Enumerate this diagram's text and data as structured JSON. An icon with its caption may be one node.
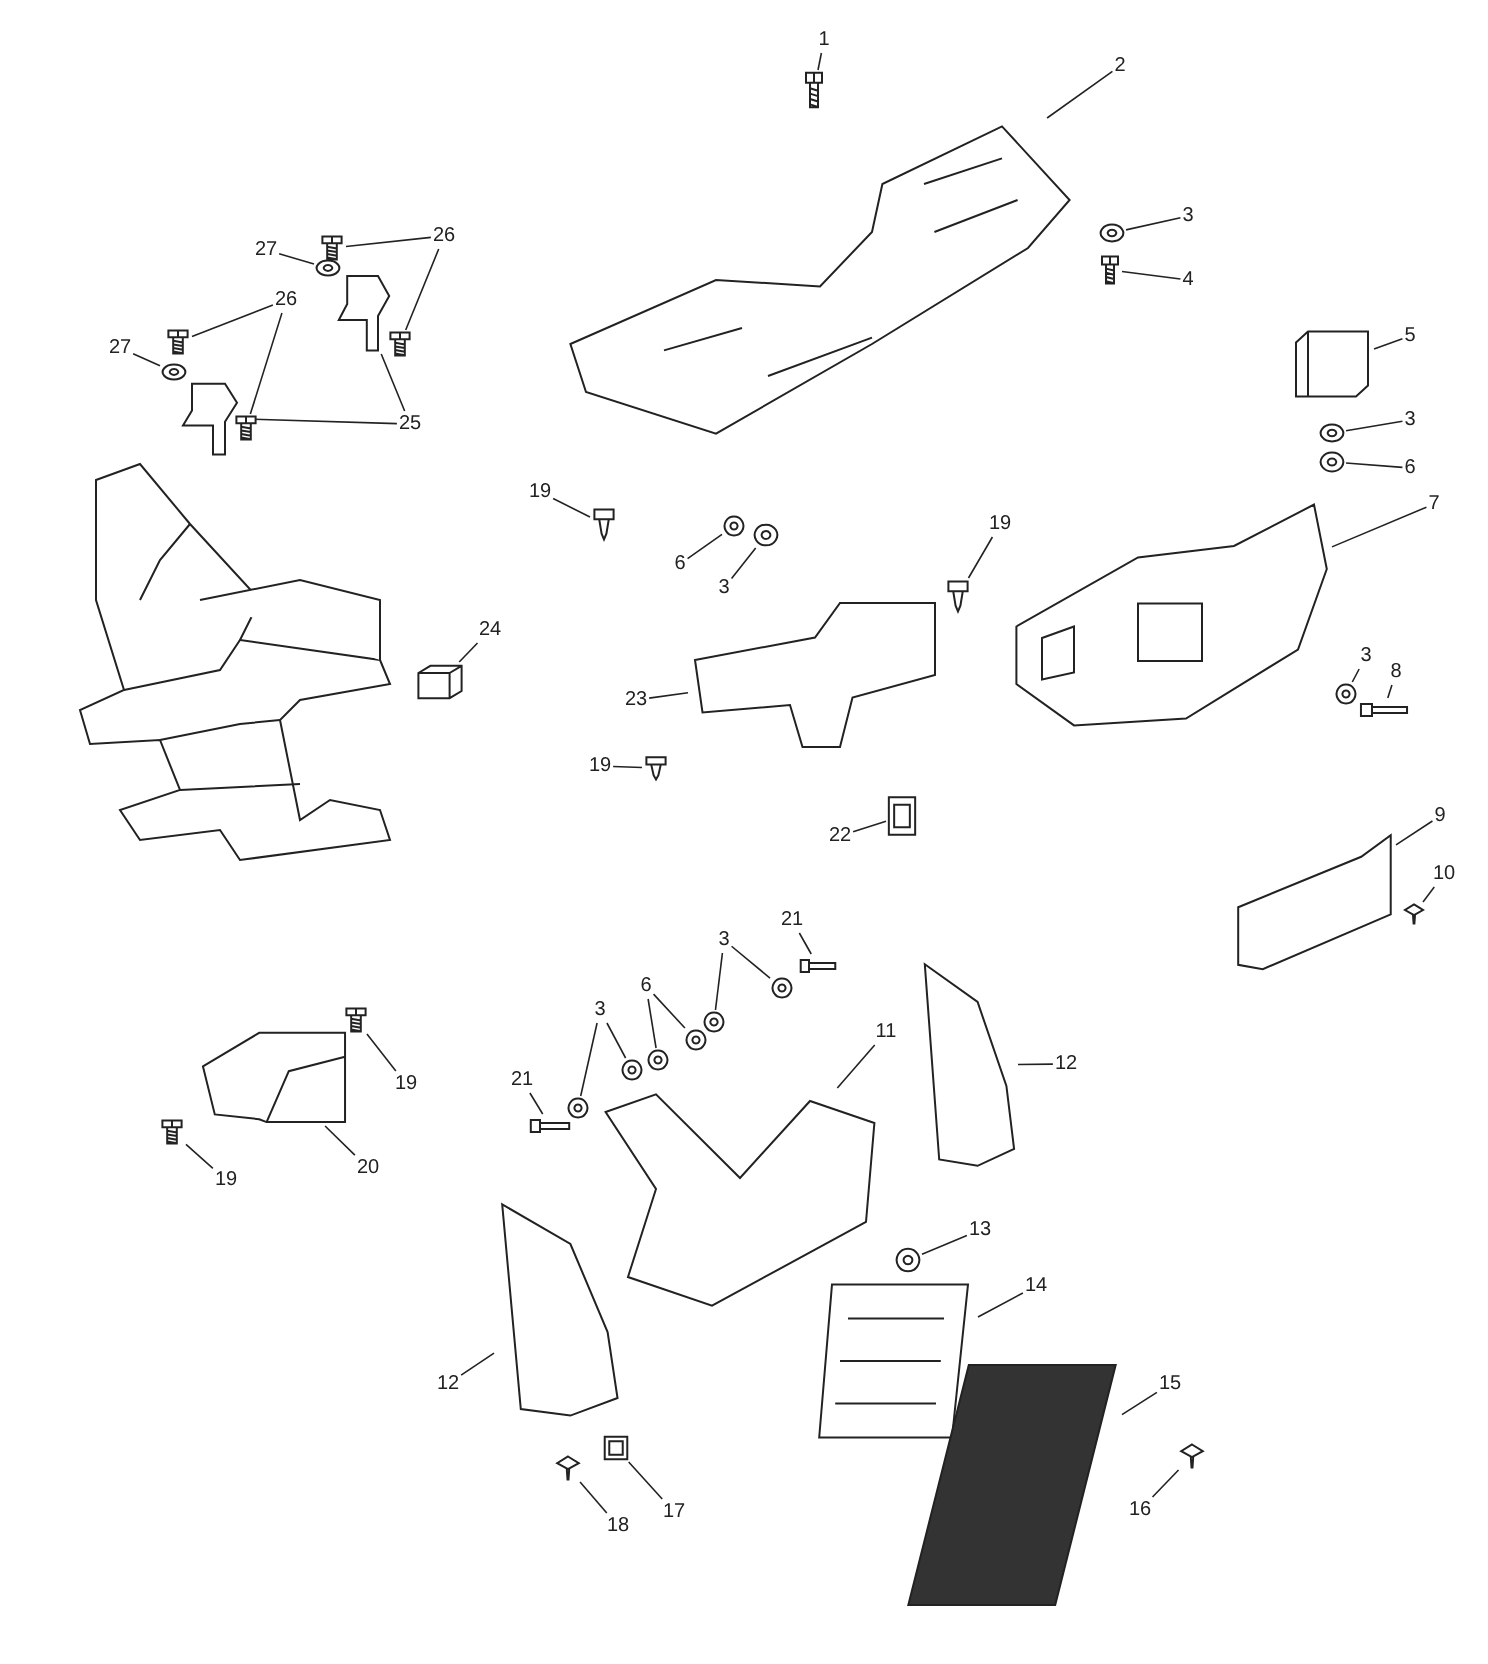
{
  "diagram": {
    "nodes": [
      {
        "text": [
          "1"
        ]
      },
      {
        "text": [
          "2"
        ]
      },
      {
        "text": [
          "3"
        ]
      },
      {
        "text": [
          "4"
        ]
      },
      {
        "text": [
          "5"
        ]
      },
      {
        "text": [
          "3"
        ]
      },
      {
        "text": [
          "6"
        ]
      },
      {
        "text": [
          "7"
        ]
      },
      {
        "text": [
          "3"
        ]
      },
      {
        "text": [
          "8"
        ]
      },
      {
        "text": [
          "9"
        ]
      },
      {
        "text": [
          "10"
        ]
      },
      {
        "text": [
          "27"
        ]
      },
      {
        "text": [
          "26"
        ]
      },
      {
        "text": [
          "26"
        ]
      },
      {
        "text": [
          "27"
        ]
      },
      {
        "text": [
          "25"
        ]
      },
      {
        "text": [
          "19"
        ]
      },
      {
        "text": [
          "6"
        ]
      },
      {
        "text": [
          "3"
        ]
      },
      {
        "text": [
          "19"
        ]
      },
      {
        "text": [
          "24"
        ]
      },
      {
        "text": [
          "23"
        ]
      },
      {
        "text": [
          "19"
        ]
      },
      {
        "text": [
          "22"
        ]
      },
      {
        "text": [
          "20"
        ]
      },
      {
        "text": [
          "19"
        ]
      },
      {
        "text": [
          "19"
        ]
      },
      {
        "text": [
          "3"
        ]
      },
      {
        "text": [
          "6"
        ]
      },
      {
        "text": [
          "3"
        ]
      },
      {
        "text": [
          "21"
        ]
      },
      {
        "text": [
          "21"
        ]
      },
      {
        "text": [
          "11"
        ]
      },
      {
        "text": [
          "12"
        ]
      },
      {
        "text": [
          "12"
        ]
      },
      {
        "text": [
          "13"
        ]
      },
      {
        "text": [
          "14"
        ]
      },
      {
        "text": [
          "15"
        ]
      },
      {
        "text": [
          "16"
        ]
      },
      {
        "text": [
          "18"
        ]
      },
      {
        "text": [
          "17"
        ]
      },
      {
        "text": [],
        "shape": "picture"
      },
      {
        "text": [],
        "shape": "picture"
      },
      {
        "text": [],
        "shape": "circle"
      },
      {
        "text": [],
        "shape": "picture"
      },
      {
        "text": [],
        "shape": "picture"
      },
      {
        "text": [],
        "shape": "circle"
      },
      {
        "text": [],
        "shape": "circle"
      },
      {
        "text": [],
        "shape": "picture"
      },
      {
        "text": [],
        "shape": "circle"
      },
      {
        "text": [],
        "shape": "picture"
      },
      {
        "text": [],
        "shape": "picture"
      },
      {
        "text": [],
        "shape": "picture"
      },
      {
        "text": [],
        "shape": "circle"
      },
      {
        "text": [],
        "shape": "picture"
      },
      {
        "text": [],
        "shape": "picture"
      },
      {
        "text": [],
        "shape": "picture"
      },
      {
        "text": [],
        "shape": "picture"
      },
      {
        "text": [],
        "shape": "circle"
      },
      {
        "text": [],
        "shape": "picture"
      },
      {
        "text": [],
        "shape": "picture"
      },
      {
        "text": [],
        "shape": "picture"
      },
      {
        "text": [],
        "shape": "circle"
      },
      {
        "text": [],
        "shape": "circle"
      },
      {
        "text": [],
        "shape": "picture"
      },
      {
        "text": [],
        "shape": "picture"
      },
      {
        "text": [],
        "shape": "picture"
      },
      {
        "text": [],
        "shape": "picture"
      },
      {
        "text": [],
        "shape": "box"
      },
      {
        "text": [],
        "shape": "picture"
      },
      {
        "text": [],
        "shape": "picture"
      },
      {
        "text": [],
        "shape": "picture"
      },
      {
        "text": [],
        "shape": "circle"
      },
      {
        "text": [],
        "shape": "circle"
      },
      {
        "text": [],
        "shape": "circle"
      },
      {
        "text": [],
        "shape": "circle"
      },
      {
        "text": [],
        "shape": "circle"
      },
      {
        "text": [],
        "shape": "circle"
      },
      {
        "text": [],
        "shape": "picture"
      },
      {
        "text": [],
        "shape": "picture"
      },
      {
        "text": [],
        "shape": "picture"
      },
      {
        "text": [],
        "shape": "picture"
      },
      {
        "text": [],
        "shape": "picture"
      },
      {
        "text": [],
        "shape": "circle"
      },
      {
        "text": [],
        "shape": "picture"
      },
      {
        "text": [],
        "shape": "picture"
      },
      {
        "text": [],
        "shape": "picture"
      },
      {
        "text": [],
        "shape": "picture"
      },
      {
        "text": [],
        "shape": "box"
      }
    ],
    "edges": [
      {
        "from": 0,
        "to": 42,
        "arrow": "none"
      },
      {
        "from": 1,
        "to": 43,
        "arrow": "none"
      },
      {
        "from": 2,
        "to": 44,
        "arrow": "none"
      },
      {
        "from": 3,
        "to": 45,
        "arrow": "none"
      },
      {
        "from": 4,
        "to": 46,
        "arrow": "none"
      },
      {
        "from": 5,
        "to": 47,
        "arrow": "none"
      },
      {
        "from": 6,
        "to": 48,
        "arrow": "none"
      },
      {
        "from": 7,
        "to": 49,
        "arrow": "none"
      },
      {
        "from": 8,
        "to": 50,
        "arrow": "none"
      },
      {
        "from": 9,
        "to": 51,
        "arrow": "none"
      },
      {
        "from": 10,
        "to": 52,
        "arrow": "none"
      },
      {
        "from": 11,
        "to": 53,
        "arrow": "none"
      },
      {
        "from": 12,
        "to": 54,
        "arrow": "none"
      },
      {
        "from": 13,
        "to": 55,
        "arrow": "none"
      },
      {
        "from": 13,
        "to": 56,
        "arrow": "none"
      },
      {
        "from": 14,
        "to": 57,
        "arrow": "none"
      },
      {
        "from": 14,
        "to": 58,
        "arrow": "none"
      },
      {
        "from": 15,
        "to": 59,
        "arrow": "none"
      },
      {
        "from": 16,
        "to": 60,
        "arrow": "none"
      },
      {
        "from": 16,
        "to": 61,
        "arrow": "none"
      },
      {
        "from": 17,
        "to": 62,
        "arrow": "none"
      },
      {
        "from": 18,
        "to": 63,
        "arrow": "none"
      },
      {
        "from": 19,
        "to": 64,
        "arrow": "none"
      },
      {
        "from": 20,
        "to": 65,
        "arrow": "none"
      },
      {
        "from": 21,
        "to": 66,
        "arrow": "none"
      },
      {
        "from": 22,
        "to": 67,
        "arrow": "none"
      },
      {
        "from": 23,
        "to": 68,
        "arrow": "none"
      },
      {
        "from": 24,
        "to": 69,
        "arrow": "none"
      },
      {
        "from": 25,
        "to": 70,
        "arrow": "none"
      },
      {
        "from": 26,
        "to": 71,
        "arrow": "none"
      },
      {
        "from": 27,
        "to": 72,
        "arrow": "none"
      },
      {
        "from": 28,
        "to": 73,
        "arrow": "none"
      },
      {
        "from": 28,
        "to": 74,
        "arrow": "none"
      },
      {
        "from": 29,
        "to": 75,
        "arrow": "none"
      },
      {
        "from": 29,
        "to": 76,
        "arrow": "none"
      },
      {
        "from": 30,
        "to": 77,
        "arrow": "none"
      },
      {
        "from": 30,
        "to": 78,
        "arrow": "none"
      },
      {
        "from": 31,
        "to": 79,
        "arrow": "none"
      },
      {
        "from": 32,
        "to": 80,
        "arrow": "none"
      },
      {
        "from": 33,
        "to": 81,
        "arrow": "none"
      },
      {
        "from": 34,
        "to": 82,
        "arrow": "none"
      },
      {
        "from": 35,
        "to": 83,
        "arrow": "none"
      },
      {
        "from": 36,
        "to": 84,
        "arrow": "none"
      },
      {
        "from": 37,
        "to": 85,
        "arrow": "none"
      },
      {
        "from": 38,
        "to": 86,
        "arrow": "none"
      },
      {
        "from": 39,
        "to": 87,
        "arrow": "none"
      },
      {
        "from": 40,
        "to": 88,
        "arrow": "none"
      },
      {
        "from": 41,
        "to": 89,
        "arrow": "none"
      }
    ]
  }
}
